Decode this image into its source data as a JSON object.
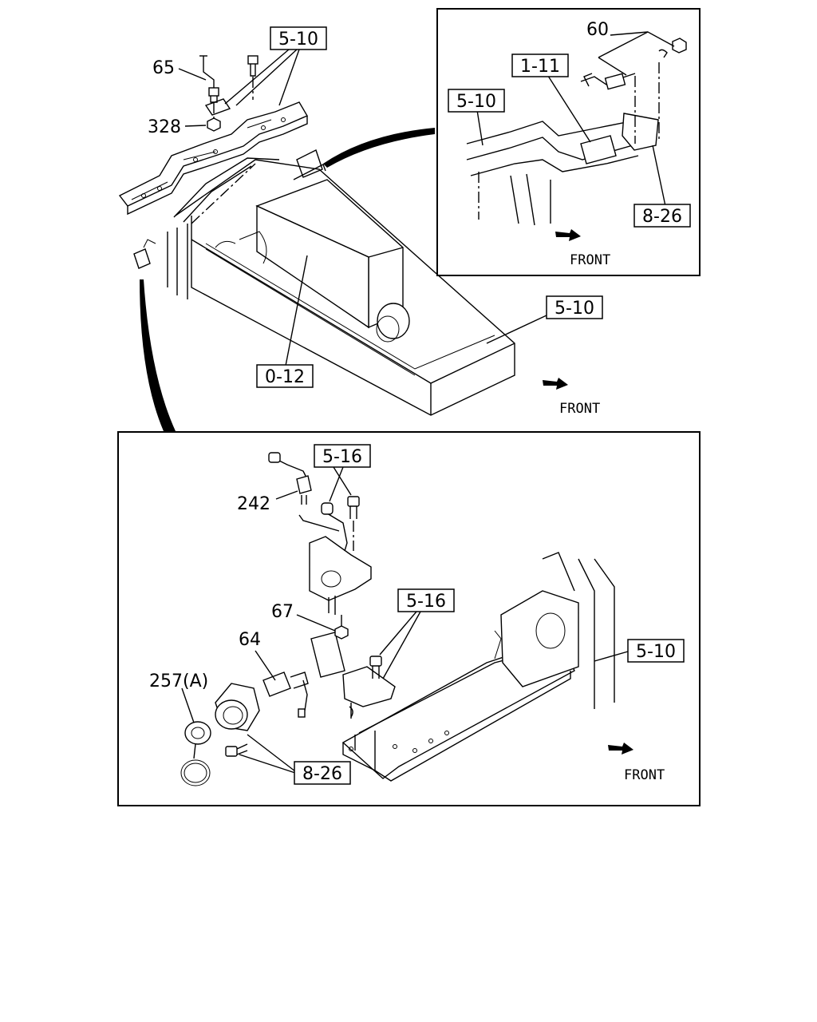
{
  "labels": {
    "top_bracket_ref": "5-10",
    "part_65": "65",
    "part_328": "328",
    "inset_part_60": "60",
    "inset_ref_1_11": "1-11",
    "inset_ref_5_10": "5-10",
    "inset_ref_8_26": "8-26",
    "inset_front": "FRONT",
    "tank_ref_5_10": "5-10",
    "tank_ref_0_12": "0-12",
    "tank_front": "FRONT",
    "lower_ref_5_16_top": "5-16",
    "part_242": "242",
    "part_67": "67",
    "lower_ref_5_16_mid": "5-16",
    "part_64": "64",
    "part_257a": "257(A)",
    "lower_ref_8_26": "8-26",
    "lower_ref_5_10": "5-10",
    "lower_front": "FRONT"
  },
  "icons": {
    "front_arrow": "front-arrow-icon"
  }
}
